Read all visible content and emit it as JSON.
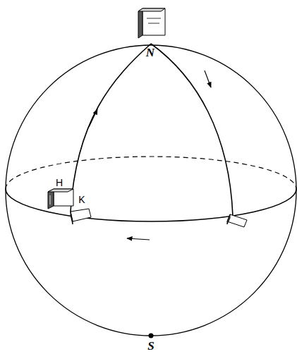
{
  "diagram": {
    "labels": [
      "N",
      "H",
      "K",
      "S"
    ]
  }
}
